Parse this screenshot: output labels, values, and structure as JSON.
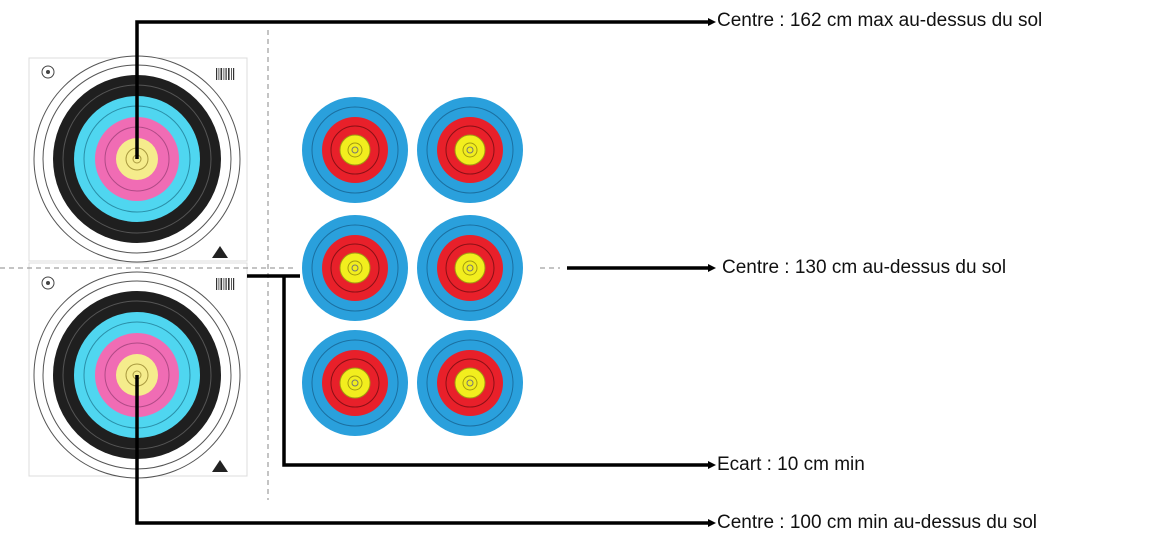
{
  "annotations": {
    "top_center": "Centre : 162 cm max au-dessus du sol",
    "middle_center": "Centre : 130 cm au-dessus du sol",
    "spacing": "Ecart : 10 cm min",
    "bottom_center": "Centre : 100 cm min au-dessus du sol"
  },
  "targets": {
    "large_faces": {
      "count": 2,
      "ring_colors": [
        "#ffffff",
        "#1f1f1f",
        "#4fd6f0",
        "#f06cb4",
        "#f5ec8c"
      ]
    },
    "triple_faces": {
      "count": 6,
      "ring_colors": [
        "#2aa0dc",
        "#e8202a",
        "#f2ee1e"
      ]
    }
  }
}
